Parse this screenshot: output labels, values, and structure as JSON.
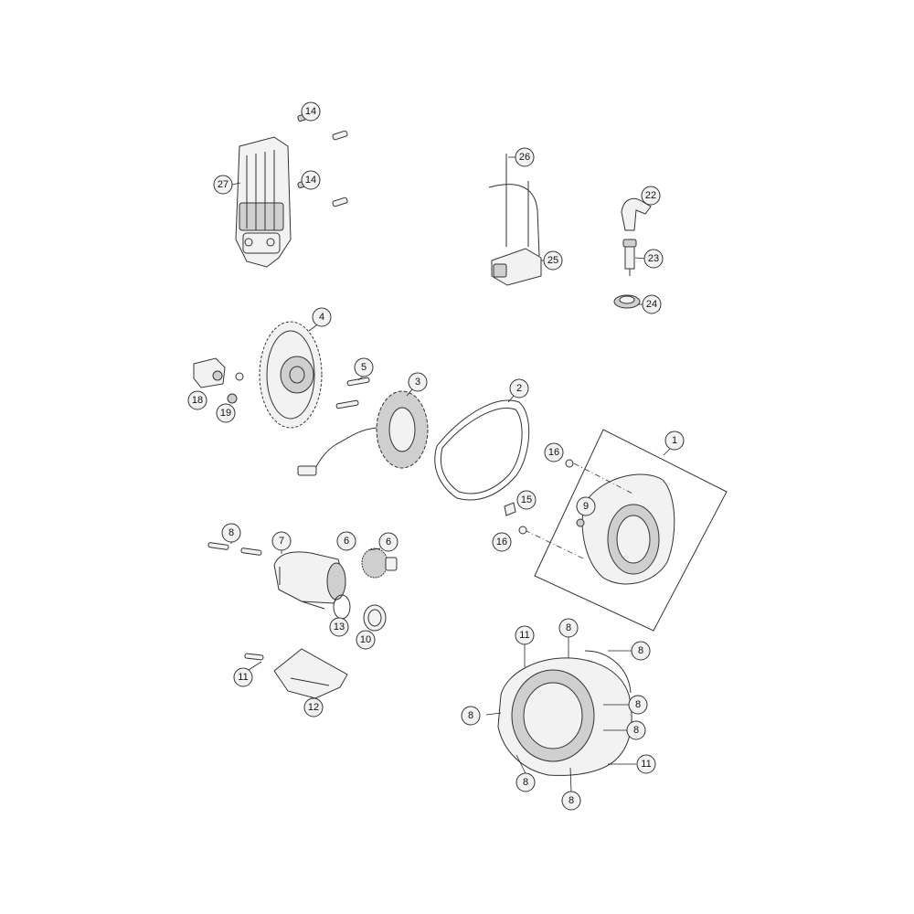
{
  "callouts": [
    {
      "id": "c14a",
      "label": "14"
    },
    {
      "id": "c14b",
      "label": "14"
    },
    {
      "id": "c27",
      "label": "27"
    },
    {
      "id": "c26",
      "label": "26"
    },
    {
      "id": "c25",
      "label": "25"
    },
    {
      "id": "c22",
      "label": "22"
    },
    {
      "id": "c23",
      "label": "23"
    },
    {
      "id": "c24",
      "label": "24"
    },
    {
      "id": "c4",
      "label": "4"
    },
    {
      "id": "c5",
      "label": "5"
    },
    {
      "id": "c3",
      "label": "3"
    },
    {
      "id": "c2",
      "label": "2"
    },
    {
      "id": "c18",
      "label": "18"
    },
    {
      "id": "c19",
      "label": "19"
    },
    {
      "id": "c1",
      "label": "1"
    },
    {
      "id": "c16a",
      "label": "16"
    },
    {
      "id": "c9",
      "label": "9"
    },
    {
      "id": "c15",
      "label": "15"
    },
    {
      "id": "c16b",
      "label": "16"
    },
    {
      "id": "c8a",
      "label": "8"
    },
    {
      "id": "c7",
      "label": "7"
    },
    {
      "id": "c6a",
      "label": "6"
    },
    {
      "id": "c6b",
      "label": "6"
    },
    {
      "id": "c13",
      "label": "13"
    },
    {
      "id": "c10",
      "label": "10"
    },
    {
      "id": "c11a",
      "label": "11"
    },
    {
      "id": "c12",
      "label": "12"
    },
    {
      "id": "c11b",
      "label": "11"
    },
    {
      "id": "c8b",
      "label": "8"
    },
    {
      "id": "c8c",
      "label": "8"
    },
    {
      "id": "c8d",
      "label": "8"
    },
    {
      "id": "c8e",
      "label": "8"
    },
    {
      "id": "c8f",
      "label": "8"
    },
    {
      "id": "c8g",
      "label": "8"
    },
    {
      "id": "c8h",
      "label": "8"
    },
    {
      "id": "c11c",
      "label": "11"
    }
  ]
}
